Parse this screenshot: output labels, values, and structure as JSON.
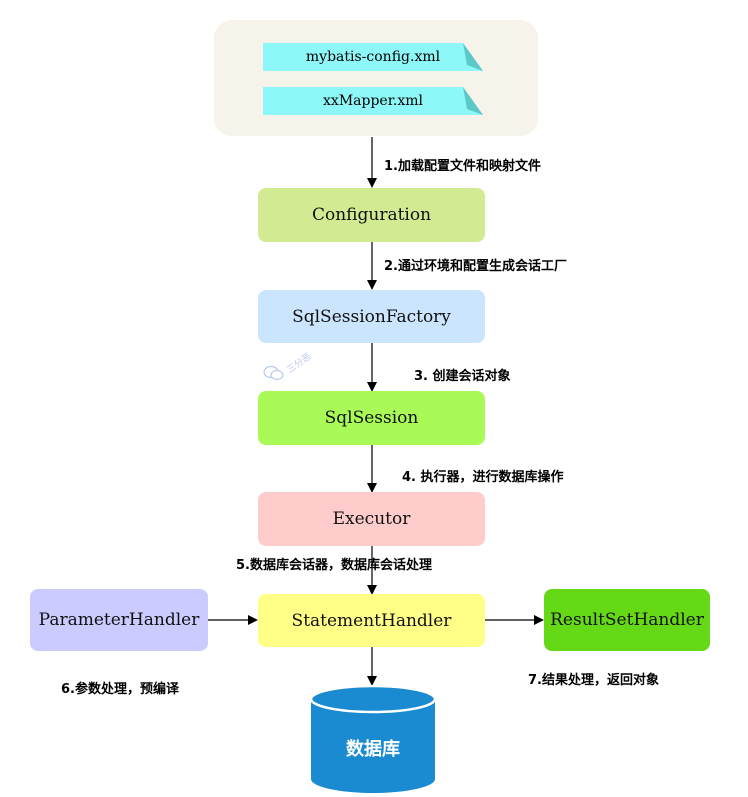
{
  "files": {
    "config": "mybatis-config.xml",
    "mapper": "xxMapper.xml"
  },
  "nodes": {
    "configuration": "Configuration",
    "factory": "SqlSessionFactory",
    "session": "SqlSession",
    "executor": "Executor",
    "statement_handler": "StatementHandler",
    "parameter_handler": "ParameterHandler",
    "resultset_handler": "ResultSetHandler",
    "database": "数据库"
  },
  "steps": {
    "s1": "1.加载配置文件和映射文件",
    "s2": "2.通过环境和配置生成会话工厂",
    "s3": "3. 创建会话对象",
    "s4": "4. 执行器，进行数据库操作",
    "s5": "5.数据库会话器，数据库会话处理",
    "s6": "6.参数处理，预编译",
    "s7": "7.结果处理，返回对象"
  },
  "watermark": "三分恶",
  "colors": {
    "file_container": "#f6f3ea",
    "doc": "#8ef7f7",
    "configuration": "#d2ea92",
    "factory": "#cce5ff",
    "session": "#a9fa57",
    "executor": "#ffcccc",
    "statement_handler": "#ffff88",
    "parameter_handler": "#cccbff",
    "resultset_handler": "#66d916",
    "database": "#1a8bd1"
  }
}
